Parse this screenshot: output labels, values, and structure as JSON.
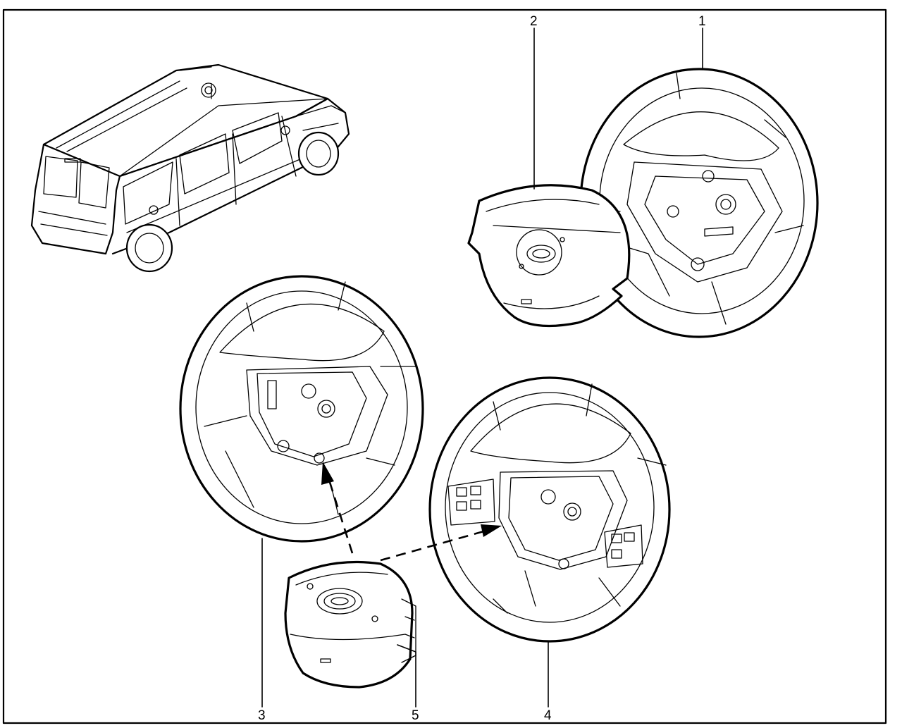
{
  "callouts": [
    {
      "id": "1",
      "label": "1"
    },
    {
      "id": "2",
      "label": "2"
    },
    {
      "id": "3",
      "label": "3"
    },
    {
      "id": "4",
      "label": "4"
    },
    {
      "id": "5",
      "label": "5"
    }
  ],
  "colors": {
    "ink": "#000000",
    "paper": "#ffffff"
  },
  "icons": {
    "vehicle": "minivan-outline-icon",
    "wheel": "steering-wheel-icon",
    "airbag": "airbag-module-icon",
    "arrow": "dashed-arrow-icon"
  }
}
